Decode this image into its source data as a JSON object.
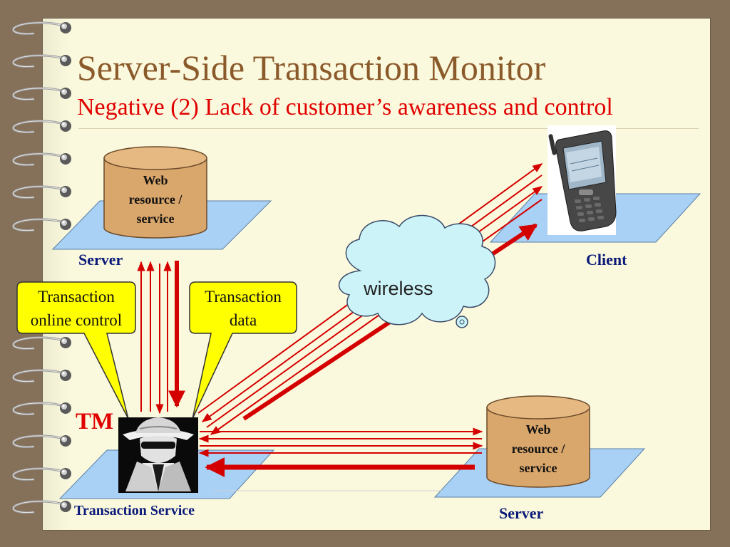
{
  "slide": {
    "title": "Server-Side Transaction Monitor",
    "subtitle": "Negative (2) Lack of customer’s awareness and control"
  },
  "diagram": {
    "server_top": {
      "label": "Server",
      "db_lines": [
        "Web",
        "resource /",
        "service"
      ]
    },
    "server_bottom": {
      "label": "Server",
      "db_lines": [
        "Web",
        "resource /",
        "service"
      ]
    },
    "client": {
      "label": "Client"
    },
    "cloud": {
      "label": "wireless"
    },
    "callout_control": {
      "lines": [
        "Transaction",
        "online control"
      ]
    },
    "callout_data": {
      "lines": [
        "Transaction",
        "data"
      ]
    },
    "tm": {
      "label": "TM",
      "caption": "Transaction Service"
    }
  },
  "colors": {
    "background": "#85715a",
    "paper": "#fbf9dd",
    "title": "#8b5a2b",
    "subtitle": "#e00000",
    "label": "#0b1a7a",
    "arrow": "#d40000",
    "platform": "#a9d0f5",
    "database": "#d9a66b",
    "callout": "#ffff00",
    "cloud": "#ccf4f8"
  },
  "icons": {
    "phone": "mobile-phone-icon",
    "agent": "spy-agent-icon",
    "binding": "spiral-ring-icon"
  }
}
